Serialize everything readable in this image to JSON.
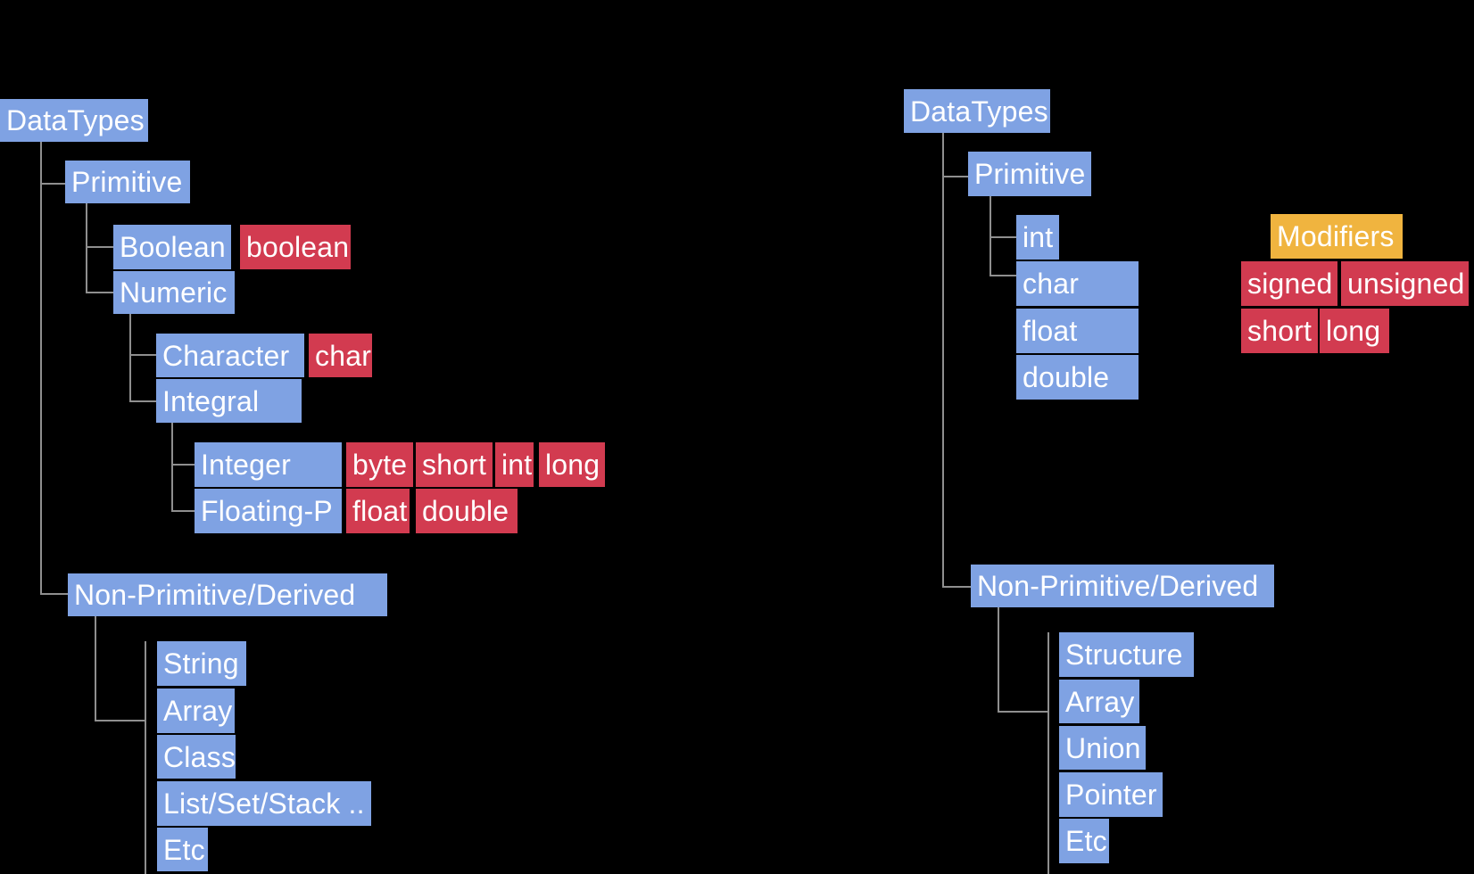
{
  "diagram": {
    "colors": {
      "background": "#000000",
      "category": "#7FA2E3",
      "keyword": "#D23B50",
      "modifier": "#F0B43F",
      "connector": "#8F8F8F",
      "text": "#FFFFFF"
    },
    "java": {
      "root": "DataTypes",
      "primitive": "Primitive",
      "boolean": "Boolean",
      "boolean_keyword": "boolean",
      "numeric": "Numeric",
      "character": "Character",
      "character_keyword": "char",
      "integral": "Integral",
      "integer": "Integer",
      "integer_keywords": [
        "byte",
        "short",
        "int",
        "long"
      ],
      "floating": "Floating-P",
      "floating_keywords": [
        "float",
        "double"
      ],
      "non_primitive": "Non-Primitive/Derived",
      "derived_types": [
        "String",
        "Array",
        "Class",
        "List/Set/Stack ..",
        "Etc"
      ]
    },
    "c": {
      "root": "DataTypes",
      "primitive": "Primitive",
      "primitive_types": [
        "int",
        "char",
        "float",
        "double"
      ],
      "modifiers_title": "Modifiers",
      "modifier_rows": [
        [
          "signed",
          "unsigned"
        ],
        [
          "short",
          "long"
        ]
      ],
      "non_primitive": "Non-Primitive/Derived",
      "derived_types": [
        "Structure",
        "Array",
        "Union",
        "Pointer",
        "Etc"
      ]
    }
  }
}
